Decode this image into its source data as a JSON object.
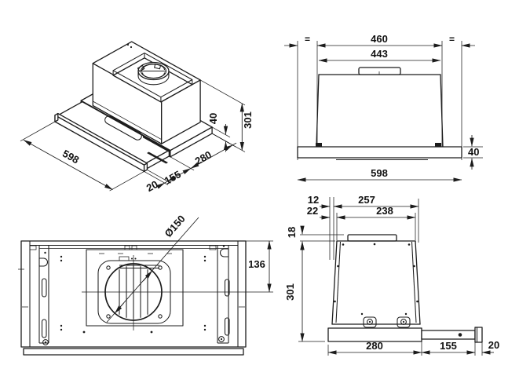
{
  "views": {
    "iso": {
      "width": "598",
      "panel_depth": "20",
      "rail_depth": "155",
      "base_depth": "280",
      "base_height": "40",
      "total_height": "301"
    },
    "front": {
      "outer_width": "460",
      "body_width": "443",
      "total_width": "598",
      "base_height": "40",
      "equal": "="
    },
    "plan": {
      "duct_diameter": "Ø150",
      "duct_center_offset": "136"
    },
    "side": {
      "rear_gap": "12",
      "top_depth": "257",
      "rear_offset": "22",
      "body_top_depth": "238",
      "collar_height": "18",
      "body_height": "301",
      "base_depth": "280",
      "rail_travel": "155",
      "panel_thickness": "20"
    }
  }
}
